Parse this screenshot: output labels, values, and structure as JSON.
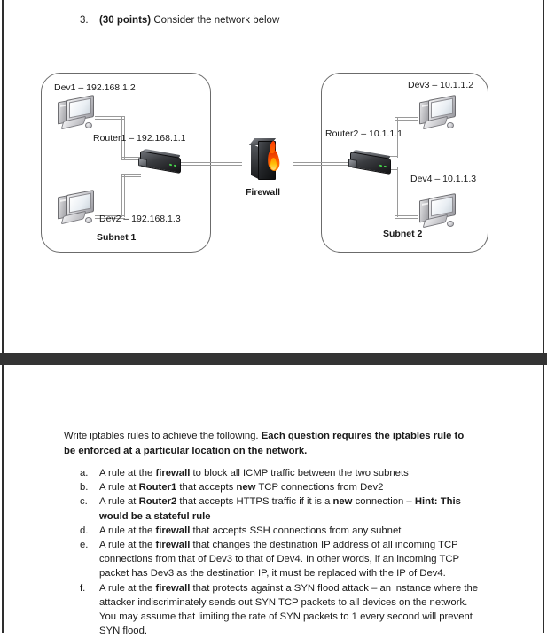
{
  "document": {
    "question": {
      "number": "3.",
      "points_label": "(30 points)",
      "prompt": " Consider the network below"
    },
    "diagram": {
      "alt": "network-topology-diagram",
      "subnet1": {
        "title": "Subnet 1",
        "devices": [
          {
            "label": "Dev1 – 192.168.1.2",
            "icon": "desktop-computer-icon"
          },
          {
            "label": "Dev2 – 192.168.1.3",
            "icon": "desktop-computer-icon"
          }
        ],
        "router": {
          "label": "Router1 – 192.168.1.1",
          "icon": "router-icon"
        }
      },
      "firewall": {
        "label": "Firewall",
        "icon": "firewall-flame-icon"
      },
      "subnet2": {
        "title": "Subnet 2",
        "devices": [
          {
            "label": "Dev3 – 10.1.1.2",
            "icon": "desktop-computer-icon"
          },
          {
            "label": "Dev4 – 10.1.1.3",
            "icon": "desktop-computer-icon"
          }
        ],
        "router": {
          "label": "Router2 – 10.1.1.1",
          "icon": "router-icon"
        }
      }
    },
    "instructions": {
      "lead": "Write iptables rules to achieve the following. ",
      "emphasis": "Each question requires the iptables rule to be enforced at a particular location on the network."
    },
    "rules": [
      {
        "marker": "a.",
        "text": "A rule at the firewall to block all ICMP traffic between the two subnets"
      },
      {
        "marker": "b.",
        "text": "A rule at Router1 that accepts new TCP connections from Dev2"
      },
      {
        "marker": "c.",
        "text": "A rule at Router2 that accepts HTTPS traffic if it is a new connection – Hint: This would be a stateful rule"
      },
      {
        "marker": "d.",
        "text": "A rule at the firewall that accepts SSH connections from any subnet"
      },
      {
        "marker": "e.",
        "text": "A rule at the firewall that changes the destination IP address of all incoming TCP connections from that of Dev3 to that of Dev4. In other words, if an incoming TCP packet has Dev3 as the destination IP, it must be replaced with the IP of Dev4."
      },
      {
        "marker": "f.",
        "text": "A rule at the firewall that protects against a SYN flood attack – an instance where the attacker indiscriminately sends out SYN TCP packets to all devices on the network. You may assume that limiting the rate of SYN packets to 1 every second will prevent SYN flood."
      }
    ],
    "rules_rich": [
      {
        "marker": "a.",
        "parts": [
          {
            "t": "A rule at the ",
            "b": false
          },
          {
            "t": "firewall",
            "b": true
          },
          {
            "t": " to block all ICMP traffic between the two subnets",
            "b": false
          }
        ]
      },
      {
        "marker": "b.",
        "parts": [
          {
            "t": "A rule at ",
            "b": false
          },
          {
            "t": "Router1",
            "b": true
          },
          {
            "t": " that accepts ",
            "b": false
          },
          {
            "t": "new",
            "b": true
          },
          {
            "t": " TCP connections from Dev2",
            "b": false
          }
        ]
      },
      {
        "marker": "c.",
        "parts": [
          {
            "t": "A rule at ",
            "b": false
          },
          {
            "t": "Router2",
            "b": true
          },
          {
            "t": " that accepts HTTPS traffic if it is a ",
            "b": false
          },
          {
            "t": "new",
            "b": true
          },
          {
            "t": " connection – ",
            "b": false
          },
          {
            "t": "Hint: This would be a stateful rule",
            "b": true
          }
        ]
      },
      {
        "marker": "d.",
        "parts": [
          {
            "t": "A rule at the ",
            "b": false
          },
          {
            "t": "firewall",
            "b": true
          },
          {
            "t": " that accepts SSH connections from any subnet",
            "b": false
          }
        ]
      },
      {
        "marker": "e.",
        "parts": [
          {
            "t": "A rule at the ",
            "b": false
          },
          {
            "t": "firewall",
            "b": true
          },
          {
            "t": " that changes the destination IP address of all incoming TCP connections from that of Dev3 to that of Dev4. In other words, if an incoming TCP packet has Dev3 as the destination IP, it must be replaced with the IP of Dev4.",
            "b": false
          }
        ]
      },
      {
        "marker": "f.",
        "parts": [
          {
            "t": "A rule at the ",
            "b": false
          },
          {
            "t": "firewall",
            "b": true
          },
          {
            "t": " that protects against a SYN flood attack – an instance where the attacker indiscriminately sends out SYN TCP packets to all devices on the network. You may assume that limiting the rate of SYN packets to 1 every second will prevent SYN flood.",
            "b": false
          }
        ]
      }
    ]
  },
  "colors": {
    "page_background": "#ffffff",
    "page_gap": "#333333",
    "text": "#1a1a1a",
    "subnet_border": "#6b6b6b",
    "link_line": "#9a9a9a",
    "flame_orange": "#ff5a00",
    "router_body": "#232528"
  }
}
